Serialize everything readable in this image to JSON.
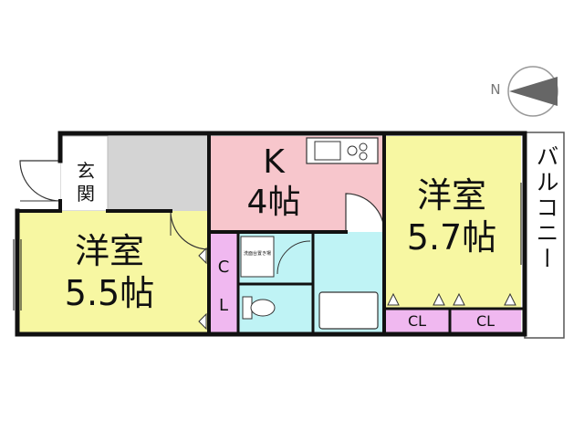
{
  "compass": {
    "north_label": "N"
  },
  "rooms": {
    "entrance": {
      "label_top": "玄",
      "label_bottom": "関"
    },
    "kitchen": {
      "name": "K",
      "size": "4帖"
    },
    "western_left": {
      "name": "洋室",
      "size": "5.5帖"
    },
    "western_right": {
      "name": "洋室",
      "size": "5.7帖"
    },
    "closet_left": {
      "label_top": "C",
      "label_bottom": "L"
    },
    "closet_right_1": {
      "label": "CL"
    },
    "closet_right_2": {
      "label": "CL"
    },
    "balcony": {
      "label": "バルコニー"
    },
    "laundry": {
      "caption": "洗面台置き場"
    }
  },
  "colors": {
    "wall": "#111111",
    "western_room": "#f7f7a2",
    "kitchen": "#f7c6cc",
    "entrance": "#d4d4d4",
    "wet_area": "#bff3f5",
    "closet": "#f0b8f0"
  }
}
